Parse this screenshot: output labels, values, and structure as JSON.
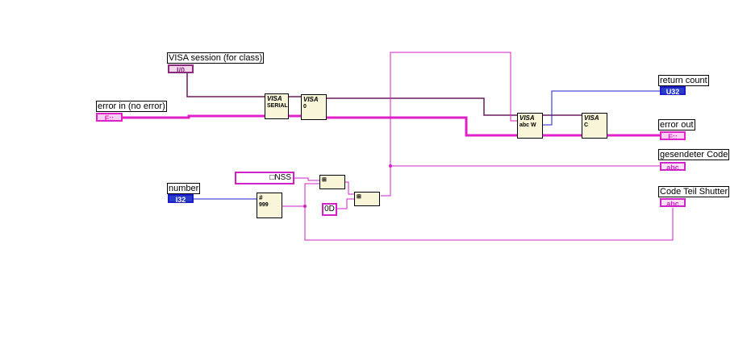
{
  "labels": {
    "visa_session": "VISA session (for class)",
    "error_in": "error in (no error)",
    "number": "number",
    "return_count": "return count",
    "error_out": "error out",
    "gesendeter_code": "gesendeter Code",
    "code_teil_shutter": "Code Teil Shutter"
  },
  "terminals": {
    "visa_session": "I/0",
    "error_in": "F::",
    "number": "I32",
    "return_count": "U32",
    "error_out": "F::",
    "gesendeter_code": "abc",
    "code_teil_shutter": "abc"
  },
  "constants": {
    "nss": "□NSS",
    "od": "0D"
  },
  "nodes": {
    "visa_serial": {
      "title": "VISA",
      "sub": "SERIAL"
    },
    "visa_flush": {
      "title": "VISA",
      "sub": "0"
    },
    "visa_write": {
      "title": "VISA",
      "sub": "abc W"
    },
    "visa_close": {
      "title": "VISA",
      "sub": "C"
    },
    "number_to_string": {
      "title": "#",
      "sub": "999"
    },
    "concat_1": {
      "title": "",
      "sub": "⊞"
    },
    "concat_2": {
      "title": "",
      "sub": "⊞"
    }
  },
  "colors": {
    "error_wire": "#e020c8",
    "string_wire": "#d020c8",
    "visa_wire": "#6a1a60",
    "numeric_wire": "#1b1bc7"
  }
}
